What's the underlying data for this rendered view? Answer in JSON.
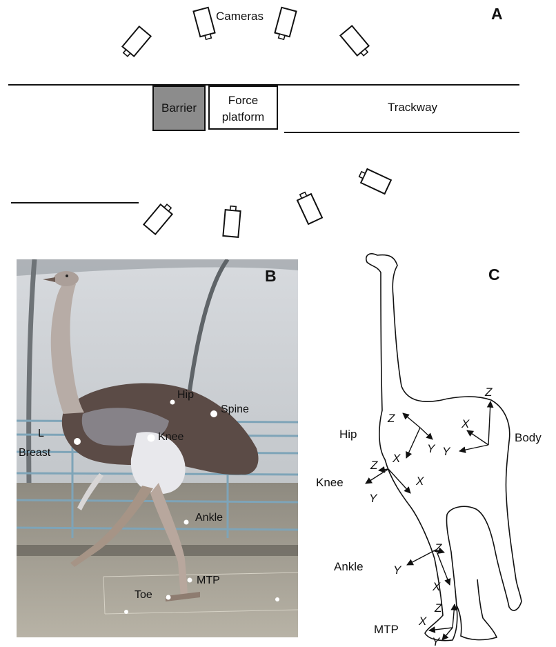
{
  "panels": {
    "a": "A",
    "b": "B",
    "c": "C"
  },
  "setup": {
    "cameras_label": "Cameras",
    "barrier_label": "Barrier",
    "force_platform_line1": "Force",
    "force_platform_line2": "platform",
    "trackway_label": "Trackway",
    "colors": {
      "barrier_fill": "#8c8c8c",
      "line": "#111111"
    }
  },
  "photo": {
    "markers": {
      "hip": "Hip",
      "spine": "Spine",
      "knee": "Knee",
      "l": "L",
      "breast": "Breast",
      "ankle": "Ankle",
      "mtp": "MTP",
      "toe": "Toe"
    }
  },
  "frames": {
    "hip": "Hip",
    "knee": "Knee",
    "body": "Body",
    "ankle": "Ankle",
    "mtp": "MTP",
    "axes": {
      "x": "X",
      "y": "Y",
      "z": "Z"
    }
  }
}
